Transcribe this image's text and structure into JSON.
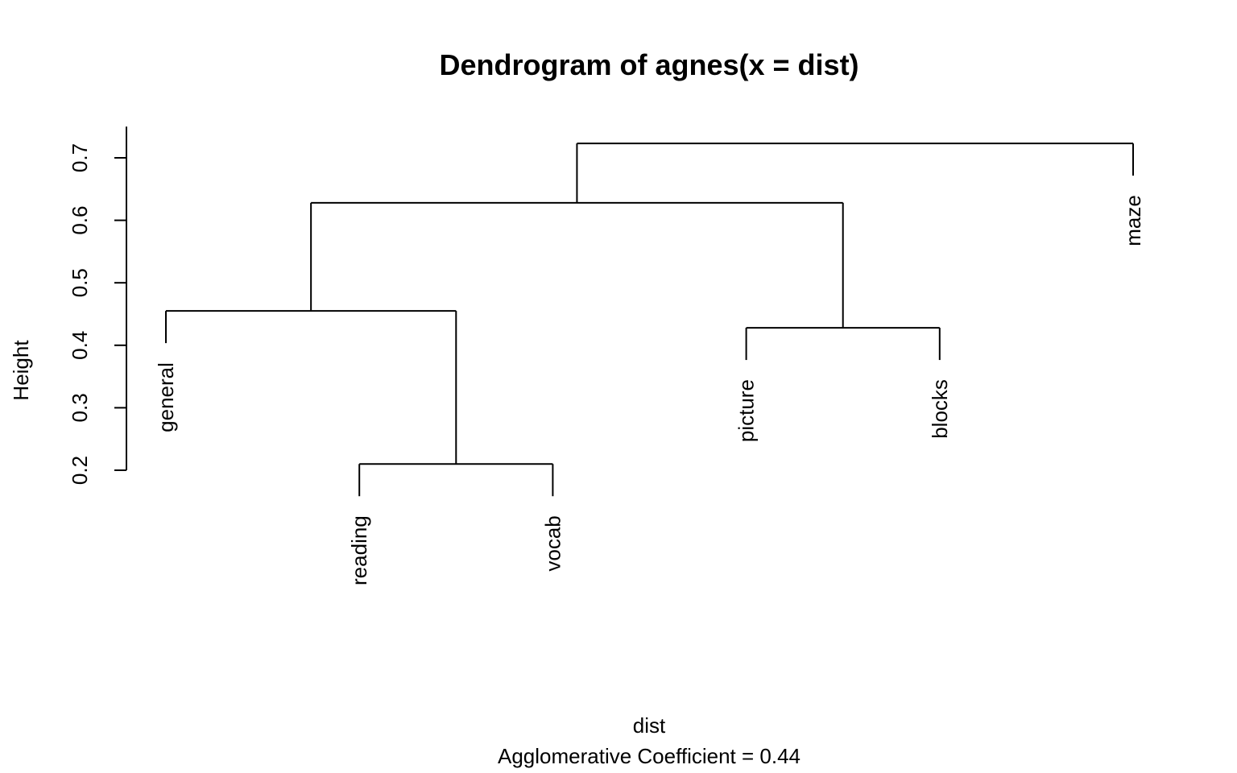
{
  "chart_data": {
    "type": "dendrogram",
    "title": "Dendrogram of  agnes(x = dist)",
    "xlabel": "dist",
    "sub": "Agglomerative Coefficient =  0.44",
    "ylabel": "Height",
    "ylim": [
      0.2,
      0.75
    ],
    "yticks": [
      0.2,
      0.3,
      0.4,
      0.5,
      0.6,
      0.7
    ],
    "ytick_labels": [
      "0.2",
      "0.3",
      "0.4",
      "0.5",
      "0.6",
      "0.7"
    ],
    "leaves": [
      "general",
      "reading",
      "vocab",
      "picture",
      "blocks",
      "maze"
    ],
    "merges": [
      {
        "left": "reading",
        "right": "vocab",
        "height": 0.21
      },
      {
        "left": "picture",
        "right": "blocks",
        "height": 0.428
      },
      {
        "left": "general",
        "right": "reading+vocab",
        "height": 0.455
      },
      {
        "left": "general+reading+vocab",
        "right": "picture+blocks",
        "height": 0.628
      },
      {
        "left": "general+reading+vocab+picture+blocks",
        "right": "maze",
        "height": 0.723
      }
    ],
    "grid": false,
    "legend": "none"
  }
}
